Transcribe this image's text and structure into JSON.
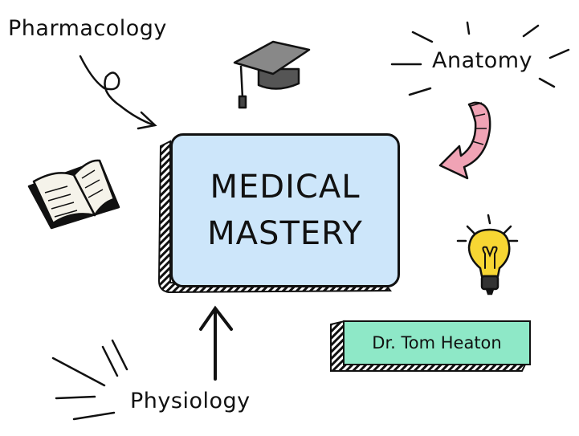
{
  "title": {
    "line1": "MEDICAL",
    "line2": "MASTERY"
  },
  "labels": {
    "pharmacology": "Pharmacology",
    "anatomy": "Anatomy",
    "physiology": "Physiology"
  },
  "author": "Dr. Tom Heaton",
  "icons": [
    "graduation-cap-icon",
    "open-book-icon",
    "bone-arrow-icon",
    "lightbulb-icon",
    "arrow-up-icon",
    "curly-arrow-icon"
  ],
  "colors": {
    "main_box": "#cde6fa",
    "name_box": "#8ee8c7",
    "bulb": "#f7d633",
    "bone_arrow": "#f0a3b5"
  }
}
